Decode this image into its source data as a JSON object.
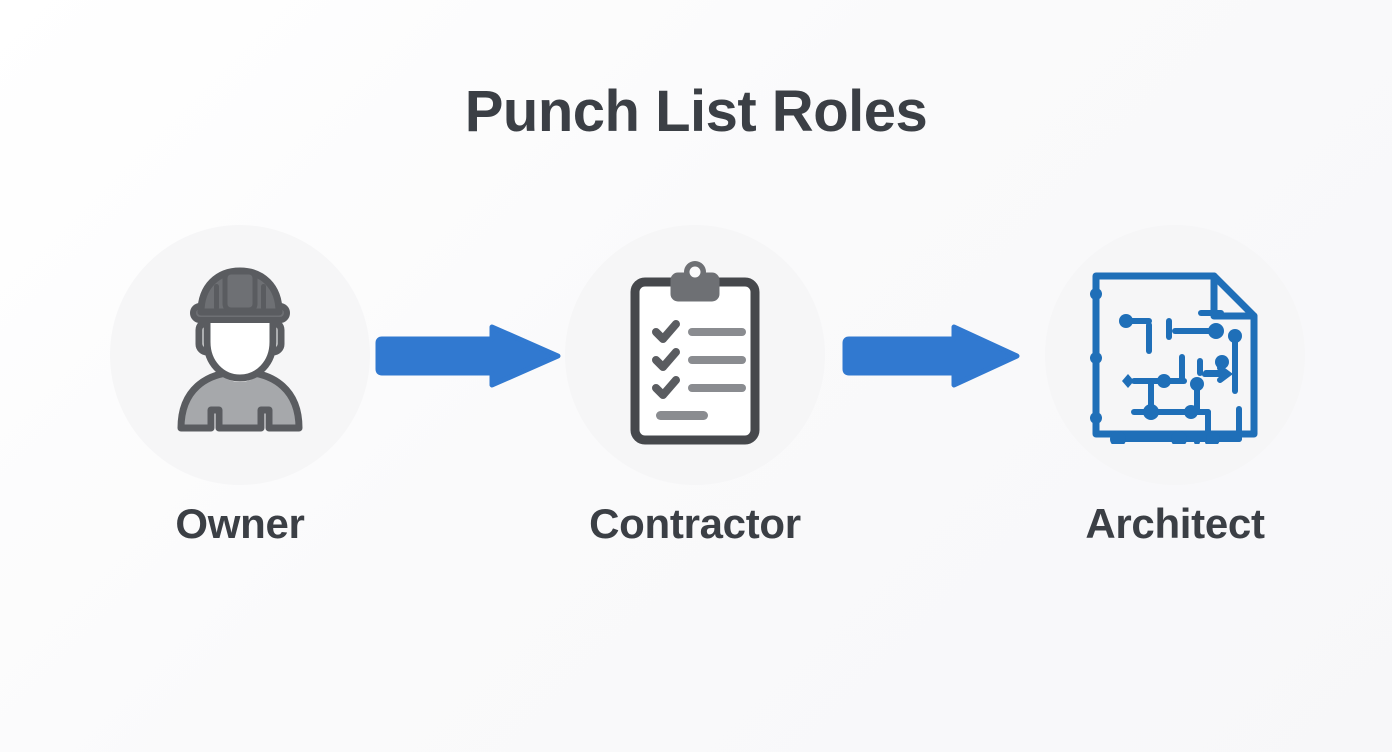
{
  "page": {
    "title": "Punch List Roles",
    "background_color": "#fbfbfc",
    "title_color": "#3b3f45"
  },
  "colors": {
    "arrow_blue": "#3179d0",
    "blueprint_blue": "#1f6fb8",
    "icon_gray_fill": "#a6a8ab",
    "icon_gray_stroke": "#5a5c60",
    "clipboard_outline": "#46484c",
    "clipboard_clip": "#6e7074",
    "checklist_line": "#8a8c90",
    "disc_background": "#f6f6f7"
  },
  "flow": {
    "nodes": [
      {
        "label": "Owner",
        "icon": "hard-hat-worker-icon",
        "icon_description": "person wearing a construction hard hat, gray silhouette"
      },
      {
        "label": "Contractor",
        "icon": "clipboard-checklist-icon",
        "icon_description": "clipboard with three checked items and one unchecked line",
        "checklist": {
          "checked_items": 3,
          "unchecked_items": 1,
          "total_items": 4
        }
      },
      {
        "label": "Architect",
        "icon": "blueprint-floorplan-icon",
        "icon_description": "blue architectural floor plan document with folded top-right corner"
      }
    ],
    "connectors": [
      {
        "name": "arrow-owner-to-contractor",
        "direction": "right"
      },
      {
        "name": "arrow-contractor-to-architect",
        "direction": "right"
      }
    ]
  }
}
